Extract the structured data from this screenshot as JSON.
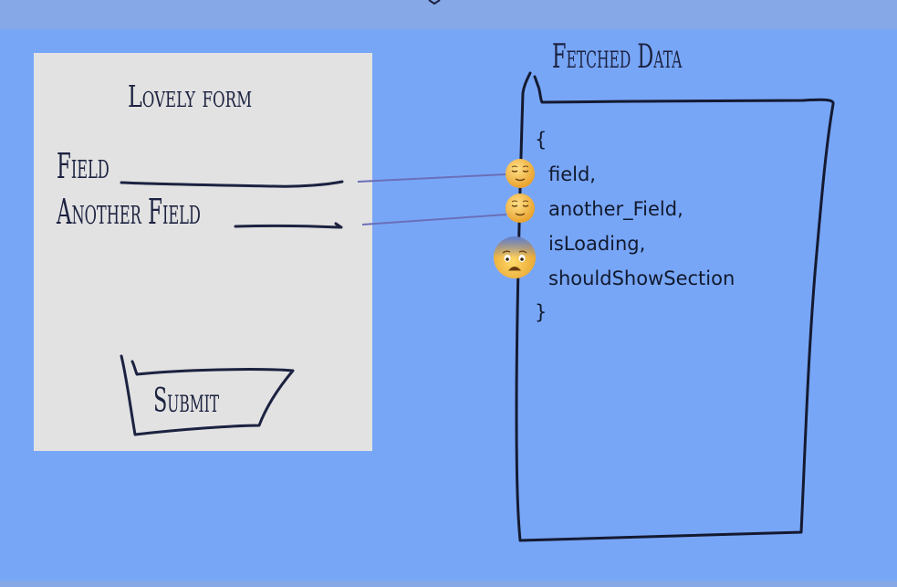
{
  "form": {
    "title": "Lovely form",
    "field_label": "Field",
    "another_field_label": "Another Field",
    "submit_label": "Submit"
  },
  "fetched_data": {
    "title": "Fetched Data",
    "open_brace": "{",
    "close_brace": "}",
    "keys": [
      "field,",
      "another_Field,",
      "isLoading,",
      "shouldShowSection"
    ]
  },
  "emojis": [
    "relieved-face-icon",
    "relieved-face-icon",
    "fearful-face-icon"
  ],
  "colors": {
    "background": "#78a6f7",
    "card": "#e2e2e2",
    "ink": "#111a2e",
    "connector": "#6a6fb8",
    "emoji": "#f3b43a"
  }
}
